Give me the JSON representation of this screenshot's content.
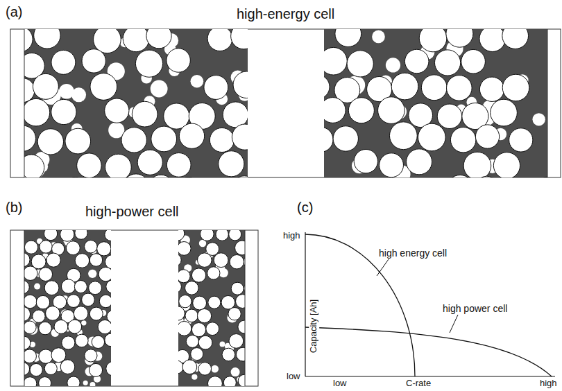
{
  "diagram": {
    "labels": [
      "(a)",
      "high-energy cell",
      "(b)",
      "high-power cell",
      "(c)",
      "high",
      "low",
      "Capacity [Ah]",
      "high energy cell",
      "high power cell",
      "low",
      "C-rate",
      "high"
    ]
  }
}
